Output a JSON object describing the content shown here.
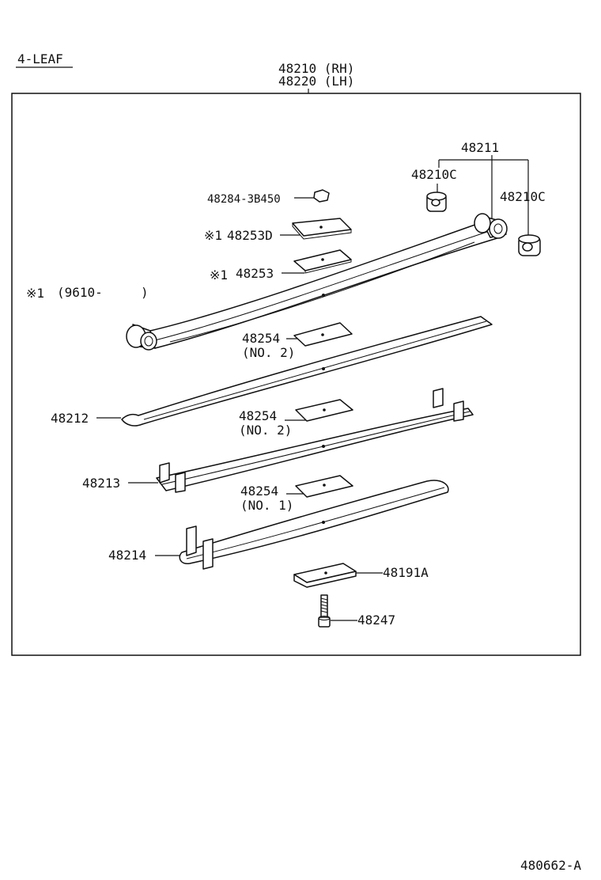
{
  "header": {
    "variant": "4-LEAF",
    "assembly_rh": "48210 (RH)",
    "assembly_lh": "48220 (LH)"
  },
  "labels": {
    "bushing_group": "48211",
    "bushing_left": "48210C",
    "bushing_right": "48210C",
    "nut": "48284-3B450",
    "liner_top_mark": "※1",
    "liner_top": "48253D",
    "liner_2_mark": "※1",
    "liner_2": "48253",
    "note_mark": "※1",
    "note_text": "(9610-",
    "note_close": ")",
    "insert_a": "48254",
    "insert_a_sub": "(NO. 2)",
    "leaf_2": "48212",
    "insert_b": "48254",
    "insert_b_sub": "(NO. 2)",
    "leaf_3": "48213",
    "insert_c": "48254",
    "insert_c_sub": "(NO. 1)",
    "leaf_4": "48214",
    "spacer": "48191A",
    "bolt": "48247"
  },
  "footer": {
    "figure_id": "480662-A"
  }
}
